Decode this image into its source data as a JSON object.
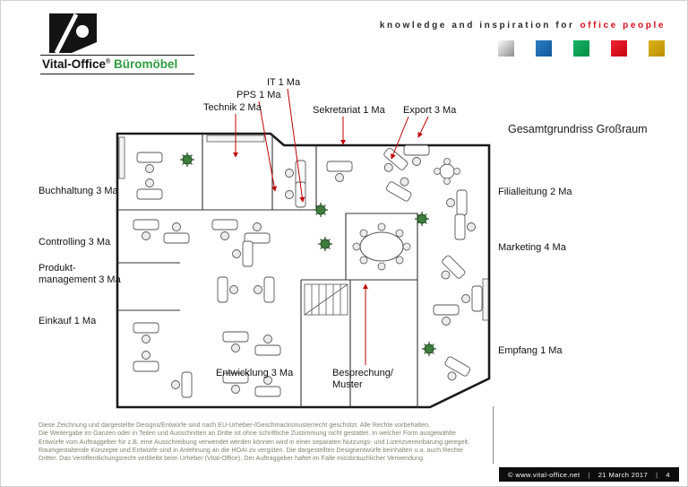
{
  "header": {
    "tagline_prefix": "knowledge and inspiration for",
    "tagline_accent": "office people",
    "logo_brand": "Vital-Office",
    "logo_reg": "®",
    "logo_suffix": "Büromöbel",
    "squares": [
      {
        "name": "silver",
        "color": "#c9c9c9"
      },
      {
        "name": "blue",
        "color": "#11579a"
      },
      {
        "name": "green",
        "color": "#008f41"
      },
      {
        "name": "red",
        "color": "#c40410"
      },
      {
        "name": "gold",
        "color": "#b98f00"
      }
    ]
  },
  "plan": {
    "title": "Gesamtgrundriss Großraum",
    "arrow_color": "#c00000",
    "labels": {
      "it": "IT 1 Ma",
      "pps": "PPS 1 Ma",
      "technik": "Technik 2 Ma",
      "sekretariat": "Sekretariat 1 Ma",
      "export": "Export 3 Ma",
      "buchhaltung": "Buchhaltung 3 Ma",
      "controlling": "Controlling 3 Ma",
      "produkt_line1": "Produkt-",
      "produkt_line2": "management 3 Ma",
      "einkauf": "Einkauf 1 Ma",
      "filialleitung": "Filialleitung 2 Ma",
      "marketing": "Marketing 4 Ma",
      "empfang": "Empfang 1 Ma",
      "entwicklung": "Entwicklung 3 Ma",
      "besprechung_line1": "Besprechung/",
      "besprechung_line2": "Muster"
    }
  },
  "footer": {
    "disclaimer": [
      "Diese Zeichnung und dargestellte Designs/Entwürfe sind nach EU-Urheber-/Geschmacksmusterrecht geschützt. Alle Rechte vorbehalten.",
      "Die Weitergabe im Ganzen oder in Teilen und Ausschnitten an Dritte ist ohne schriftliche Zustimmung nicht gestattet. In welcher Form ausgewählte",
      "Entwürfe vom Auftraggeber für z.B. eine Ausschreibung verwendet werden können wird in einer separaten Nutzungs- und Lizenzvereinbarung geregelt.",
      "Raumgestaltende Konzepte und Entwürfe sind in Anlehnung an die HOAI zu vergüten. Die dargestellten Designentwürfe beinhalten u.a. auch Rechte",
      "Dritter. Das Veröffentlichungsrecht verbleibt beim Urheber (Vital-Office). Der Auftraggeber haftet im Falle missbräuchlicher Verwendung."
    ],
    "copyright": "©  www.vital-office.net",
    "separator": "|",
    "date": "21 March 2017",
    "page": "4"
  }
}
